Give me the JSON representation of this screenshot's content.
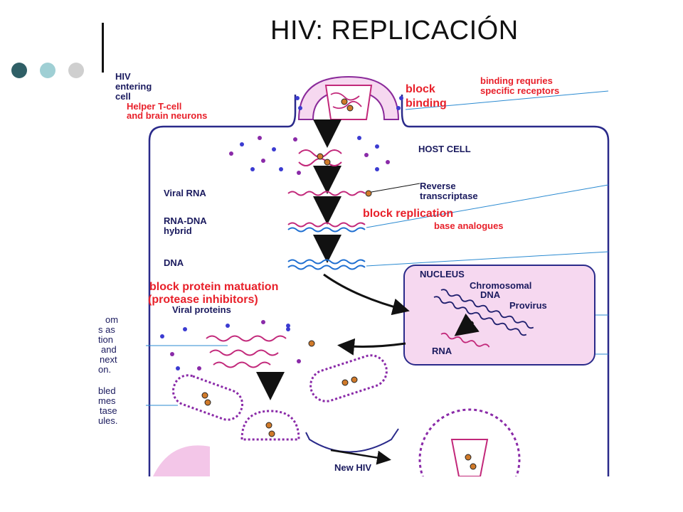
{
  "slide": {
    "title": "HIV: REPLICACIÓN",
    "bullet_colors": [
      "#2f5f66",
      "#9fcfd4",
      "#cfcfcf"
    ]
  },
  "diagram": {
    "hiv_entering": [
      "HIV",
      "entering",
      "cell"
    ],
    "target_cells": [
      "Helper T-cell",
      "and brain neurons"
    ],
    "block_binding": [
      "block",
      "binding"
    ],
    "binding_note": [
      "binding requries",
      "specific receptors"
    ],
    "host_cell": "HOST CELL",
    "viral_rna": "Viral RNA",
    "reverse_transcriptase": [
      "Reverse",
      "transcriptase"
    ],
    "rna_dna_hybrid": [
      "RNA-DNA",
      "hybrid"
    ],
    "block_replication": "block replication",
    "base_analogues": "base analogues",
    "dna": "DNA",
    "nucleus": "NUCLEUS",
    "chromosomal_dna": [
      "Chromosomal",
      "DNA"
    ],
    "provirus": "Provirus",
    "rna": "RNA",
    "block_protein": [
      "block protein matuation",
      "(protease inhibitors)"
    ],
    "viral_proteins": "Viral proteins",
    "left_fragments_a": [
      "om",
      "s as",
      "tion",
      "and",
      "next",
      "on."
    ],
    "left_fragments_b": [
      "bled",
      "mes",
      "tase",
      "ules."
    ],
    "new_hiv": "New HIV"
  }
}
